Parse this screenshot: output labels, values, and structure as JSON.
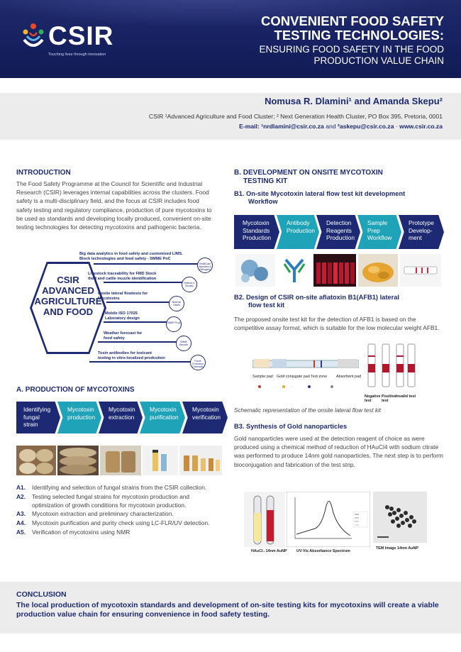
{
  "header": {
    "logo_text": "CSIR",
    "logo_tagline": "Touching lives through innovation",
    "title_line1": "CONVENIENT FOOD SAFETY",
    "title_line2": "TESTING TECHNOLOGIES:",
    "subtitle_line1": "ENSURING FOOD SAFETY IN THE FOOD",
    "subtitle_line2": "PRODUCTION VALUE CHAIN",
    "colors": {
      "navy": "#1d2a73",
      "teal": "#1ea3b8",
      "grey_band": "#ececec"
    }
  },
  "authors": {
    "names": "Nomusa R. Dlamini¹ and Amanda Skepu²",
    "affiliation": "CSIR ¹Advanced Agriculture and Food Cluster; ² Next Generation Health Cluster, PO Box 395, Pretoria, 0001",
    "email_label": "E-mail:",
    "email1": "¹nrdlamini@csir.co.za",
    "email_and": "and",
    "email2": "²askepu@csir.co.za",
    "email_sep": "·",
    "website": "www.csir.co.za"
  },
  "intro": {
    "heading": "INTRODUCTION",
    "text": "The Food Safety Programme at the Council for Scientific and Industrial Research (CSIR) leverages internal capabilities across the clusters. Food safety is a multi-disciplinary field, and the focus at CSIR includes food safety testing and regulatory compliance, production of pure mycotoxins to be used as standards and developing locally produced, convenient on-site testing technologies for detecting  mycotoxins and pathogenic bacteria."
  },
  "hex_diagram": {
    "center_line1": "CSIR",
    "center_line2": "ADVANCED",
    "center_line3": "AGRICULTURE",
    "center_line4": "AND FOOD",
    "spokes": [
      {
        "line1": "Big data analytics in food safety and customized LIMS.",
        "line2": "Block technologies and food safety - SMME PoC",
        "icon": "HealthCare Mycotoxin & Pathogens"
      },
      {
        "line1": "Livestock traceability for FMD Stock",
        "line2": "theft and cattle muzzle identification",
        "icon": "Defence & Security"
      },
      {
        "line1": "Onsite lateral flowtests for",
        "line2": "Mycotoxins",
        "icon": "NextGen Health"
      },
      {
        "line1": "Mobile ISO 17025",
        "line2": "Laboratory design",
        "icon": "SMME Pit-up"
      },
      {
        "line1": "Weather forecast for",
        "line2": "food safety",
        "icon": "SMME Discover"
      },
      {
        "line1": "Toxin antibodies for toxicant",
        "line2": "testing in vitro-localized prodcution",
        "icon": "Future Production Chemicals"
      }
    ]
  },
  "section_a": {
    "heading": "A. PRODUCTION OF MYCOTOXINS",
    "flow": [
      {
        "line1": "Identifying",
        "line2": "fungal",
        "line3": "strain"
      },
      {
        "line1": "Mycotoxin",
        "line2": "production",
        "line3": ""
      },
      {
        "line1": "Mycotoxin",
        "line2": "extraction",
        "line3": ""
      },
      {
        "line1": "Mycotoxin",
        "line2": "purification",
        "line3": ""
      },
      {
        "line1": "Mycotoxin",
        "line2": "verification",
        "line3": ""
      }
    ],
    "steps": [
      {
        "label": "A1.",
        "text": "Identifying and selection of fungal strains from the CSIR collection."
      },
      {
        "label": "A2.",
        "text": "Testing selected fungal strains for mycotoxin production and optimization of growth conditions for mycotoxin production."
      },
      {
        "label": "A3.",
        "text": "Mycotoxin extraction and preliminary characterization."
      },
      {
        "label": "A4.",
        "text": "Mycotoxin purification and purity check using LC-FLR/UV detection."
      },
      {
        "label": "A5.",
        "text": "Verification of mycotoxins using NMR"
      }
    ]
  },
  "section_b": {
    "heading_line1": "B. DEVELOPMENT ON ONSITE MYCOTOXIN",
    "heading_line2": "TESTING KIT",
    "b1_heading_line1": "B1. On-site Mycotoxin lateral flow test kit development",
    "b1_heading_line2": "Workflow",
    "flow": [
      {
        "line1": "Mycotoxin",
        "line2": "Standards",
        "line3": "Production"
      },
      {
        "line1": "Antibody",
        "line2": "Production",
        "line3": ""
      },
      {
        "line1": "Detection",
        "line2": "Reagents",
        "line3": "Production"
      },
      {
        "line1": "Sample",
        "line2": "Prep",
        "line3": "Workflow"
      },
      {
        "line1": "Prototype",
        "line2": "Develop-",
        "line3": "ment"
      }
    ],
    "b2_heading_line1": "B2. Design of CSIR on-site aflatoxin B1(AFB1) lateral",
    "b2_heading_line2": "flow test kit",
    "b2_text": "The proposed onsite test kit for the detection of AFB1 is based on the competitive assay format, which is suitable for the low molecular weight AFB1.",
    "strip_labels": {
      "sample_pad": "Sample pad",
      "conjugate_pad": "Gold conjugate pad",
      "test_zone": "Test zone",
      "absorbent_pad": "Absorbent pad",
      "negative": "Negative test",
      "positive": "Positive test",
      "invalid": "Invalid test"
    },
    "caption": "Schematic representation of the onsite lateral flow test kit",
    "b3_heading": "B3. Synthesis of Gold nanoparticles",
    "b3_text": "Gold nanoparticles were used at the detection reagent of choice as were produced using a chemical method of  reduction of HAuCl4 with sodium citrate was performed to produce 14nm gold nanoparticles. The next step is to perform bioconjugation and fabrication of the test strip.",
    "fig_labels": {
      "tubes": "HAuCl₄ 14nm AuNP",
      "spectrum": "UV-Vis Absorbance  Spectrum",
      "tem": "TEM Image 14nm AuNP"
    }
  },
  "conclusion": {
    "heading": "CONCLUSION",
    "text": "The local production of mycotoxin standards and development of on-site testing kits for mycotoxins will create a viable production value chain for ensuring convenience in food safety testing."
  }
}
